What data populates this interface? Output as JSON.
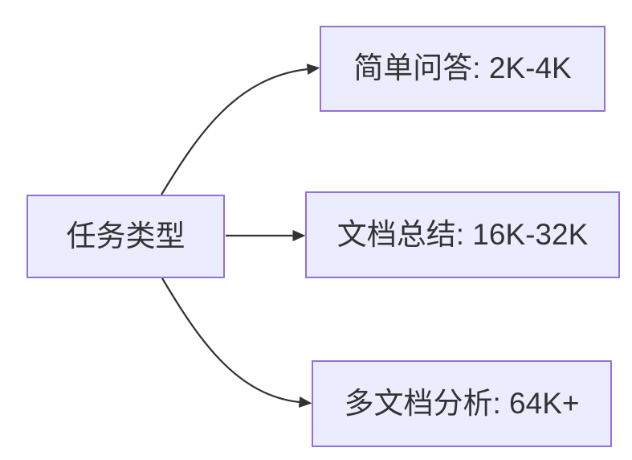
{
  "diagram": {
    "type": "flowchart-left-to-right",
    "colors": {
      "background": "#FFFFFF",
      "node_fill": "#ECECFF",
      "node_border": "#9370DB",
      "edge": "#333333",
      "text": "#333333"
    },
    "root": {
      "label": "任务类型"
    },
    "branches": [
      {
        "label": "简单问答: 2K-4K"
      },
      {
        "label": "文档总结: 16K-32K"
      },
      {
        "label": "多文档分析: 64K+"
      }
    ]
  }
}
